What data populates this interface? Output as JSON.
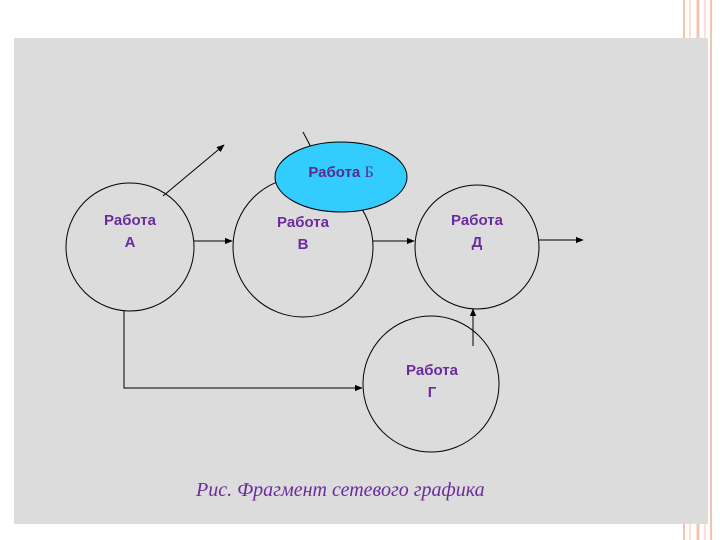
{
  "nodes": {
    "a": {
      "word": "Работа",
      "letter": "А"
    },
    "v": {
      "word": "Работа",
      "letter": "В"
    },
    "d": {
      "word": "Работа",
      "letter": "Д"
    },
    "g": {
      "word": "Работа",
      "letter": "Г"
    },
    "b": {
      "word": "Работа",
      "letter": "Б"
    }
  },
  "caption": "Рис.  Фрагмент сетевого графика",
  "colors": {
    "panel": "#dcdcdc",
    "label_purple": "#6a2b9c",
    "highlight_ellipse": "#33ccff",
    "edge_stripes": "#f4c3b0"
  }
}
